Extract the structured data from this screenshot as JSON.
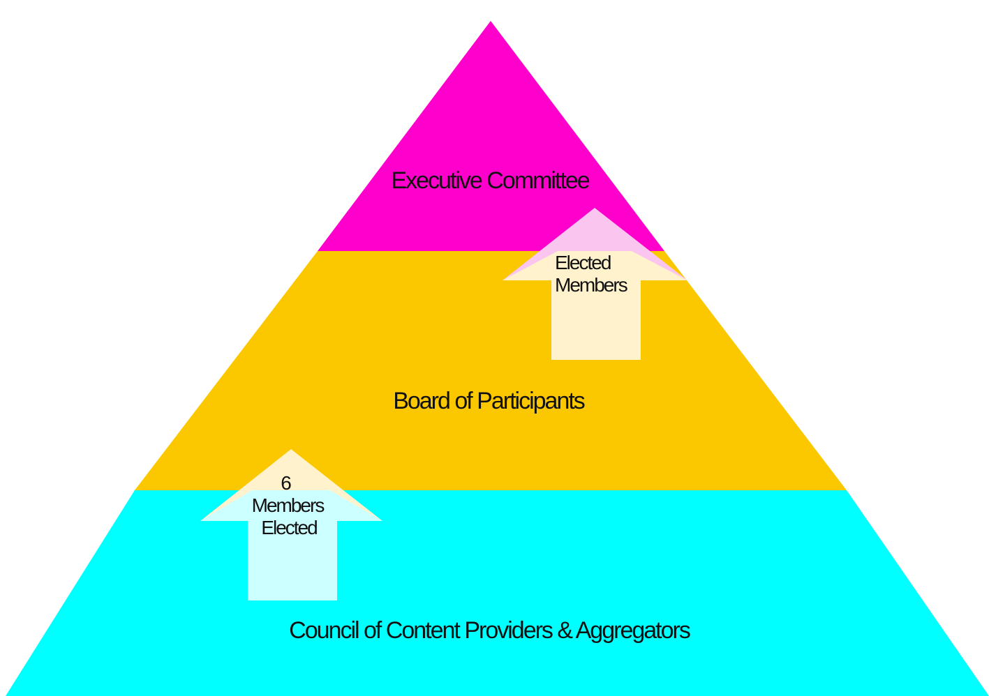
{
  "diagram": {
    "tiers": {
      "top": {
        "label": "Executive Committee",
        "color": "#ff00cc"
      },
      "middle": {
        "label": "Board of Participants",
        "color": "#fbc800"
      },
      "bottom": {
        "label": "Council of Content Providers & Aggregators",
        "color": "#00ffff"
      }
    },
    "arrows": {
      "upper": {
        "line1": "Elected",
        "line2": "Members",
        "head_color": "#fac6f0",
        "body_color": "#fff2cc"
      },
      "lower": {
        "line1": "6",
        "line2": "Members",
        "line3": "Elected",
        "head_color": "#fff2cc",
        "body_color": "#ccffff"
      }
    },
    "background_color": "#ffffff"
  }
}
